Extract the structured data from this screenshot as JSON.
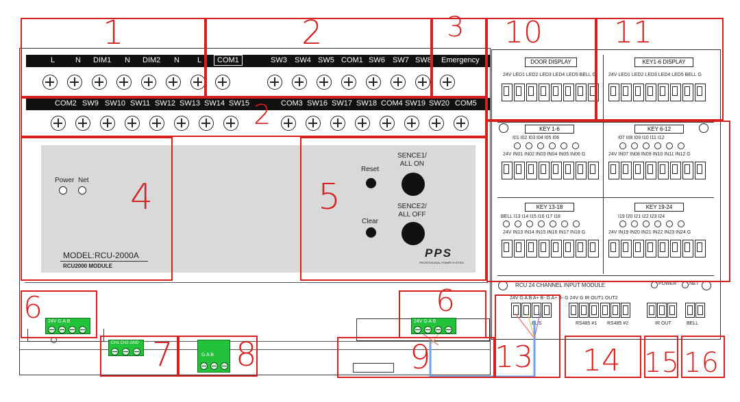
{
  "top_bar": {
    "row1": [
      "L",
      "N",
      "DIM1",
      "N",
      "DIM2",
      "N",
      "L",
      "COM1",
      "SW3",
      "SW4",
      "SW5",
      "COM1",
      "SW6",
      "SW7",
      "SW8",
      "Emergency"
    ],
    "row2": [
      "COM2",
      "SW9",
      "SW10",
      "SW11",
      "SW12",
      "SW13",
      "SW14",
      "SW15",
      "COM3",
      "SW16",
      "SW17",
      "SW18",
      "COM4",
      "SW19",
      "SW20",
      "COM5"
    ]
  },
  "callouts": [
    "1",
    "2",
    "2",
    "3",
    "4",
    "5",
    "6",
    "6",
    "7",
    "8",
    "9",
    "10",
    "11",
    "13",
    "14",
    "15",
    "16"
  ],
  "module": {
    "power_label": "Power",
    "net_label": "Net",
    "model": "MODEL:RCU-2000A",
    "module_name": "RCU2000 MODULE",
    "reset": "Reset",
    "clear": "Clear",
    "sence1": "SENCE1/\nALL ON",
    "sence2": "SENCE2/\nALL OFF",
    "brand": "PPS",
    "brand_sub": "PROFESSIONAL POWER SYSTEM"
  },
  "panel": {
    "door_display": "DOOR DISPLAY",
    "key_display": "KEY1-6 DISPLAY",
    "display_pins": "24V  LED1 LED2 LED3 LED4 LED5 BELL   G",
    "key_1_6": "KEY  1-6",
    "key_6_12": "KEY   6-12",
    "key_13_18": "KEY   13-18",
    "key_19_24": "KEY   19-24",
    "io_1": "I01  I02  I03  I04  I05  I06",
    "io_2": "I07  I08  I09  I10  I11  I12",
    "io_3": "BELL  I13  I14  I15  I16  I17  I18",
    "io_4": "I19  I20  I21  I22  I23  I24",
    "in_1": "24V  IN01 IN02 IN03 IN04 IN05 IN06  G",
    "in_2": "24V  IN07 IN08 IN09 IN10 IN11 IN12  G",
    "in_3": "24V  IN13 IN14 IN15 IN16 IN17 IN18  G",
    "in_4": "24V  IN19 IN20 IN21 IN22 IN23 IN24  G",
    "footer": "RCU    24    CHANNEL    INPUT    MODULE",
    "power": "POWER",
    "net": "NET",
    "bottom_pins": "24V  G   A   B       A+  B-  G   A+  B-  G      24V  G   IR  OUT1 OUT2",
    "bus": "BUS",
    "rs485_1": "RS485 #1",
    "rs485_2": "RS485 #2",
    "ir_out": "IR OUT",
    "bell": "BELL"
  },
  "green_blocks": {
    "left": "24V  G   A   B",
    "right": "24V  G   A   B",
    "ch": "CH1 CH2 GND",
    "gab": "G   A   B"
  }
}
